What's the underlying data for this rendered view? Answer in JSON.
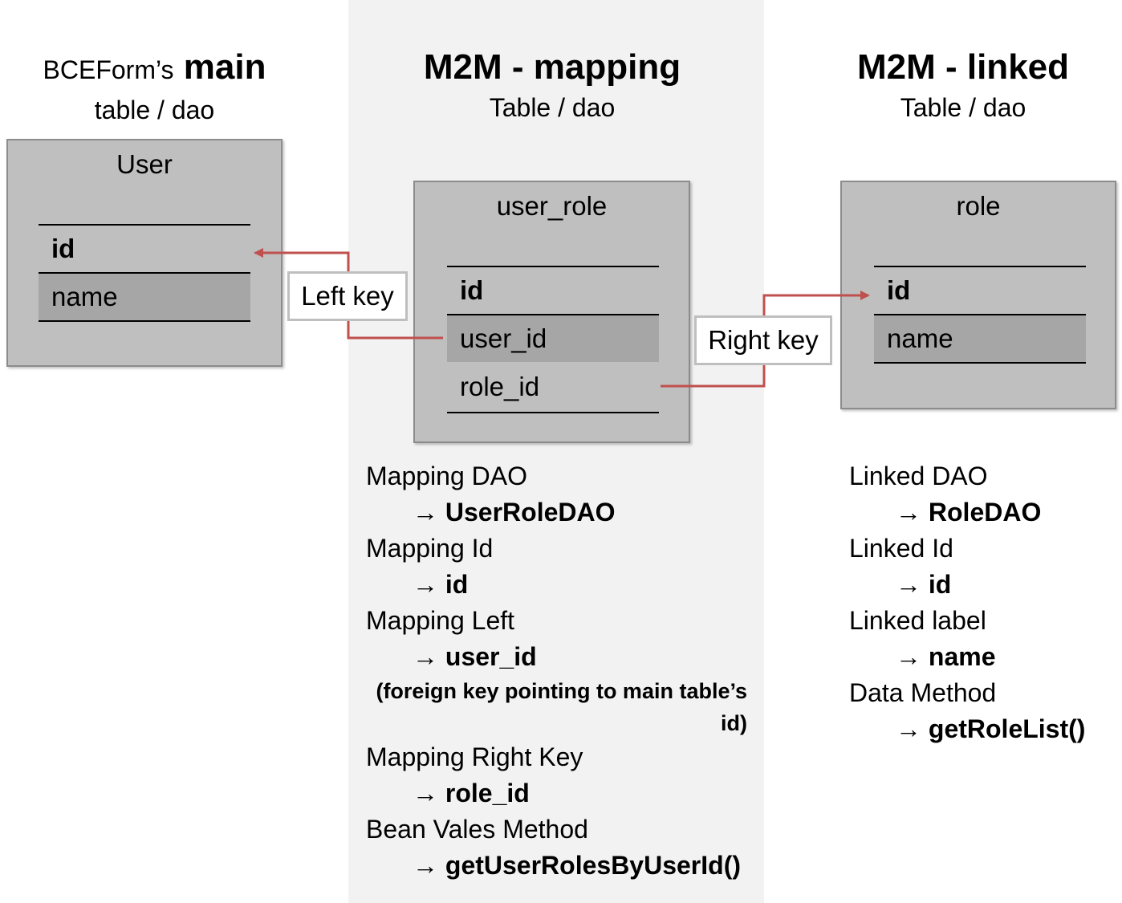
{
  "columns": {
    "main": {
      "prefix": "BCEForm’s",
      "emph": "main",
      "sub": "table / dao"
    },
    "mapping": {
      "title": "M2M - mapping",
      "sub": "Table / dao"
    },
    "linked": {
      "title": "M2M - linked",
      "sub": "Table / dao"
    }
  },
  "tables": {
    "user": {
      "name": "User",
      "fields": [
        "id",
        "name"
      ]
    },
    "user_role": {
      "name": "user_role",
      "fields": [
        "id",
        "user_id",
        "role_id"
      ]
    },
    "role": {
      "name": "role",
      "fields": [
        "id",
        "name"
      ]
    }
  },
  "connectors": {
    "left_key": "Left key",
    "right_key": "Right key"
  },
  "connector_color": "#c0504d",
  "arrow_glyph": "→",
  "mapping_config": [
    {
      "label": "Mapping DAO",
      "value": "UserRoleDAO"
    },
    {
      "label": "Mapping Id",
      "value": "id"
    },
    {
      "label": "Mapping Left",
      "value": "user_id",
      "note": "(foreign key pointing to main table’s id)"
    },
    {
      "label": "Mapping Right Key",
      "value": "role_id"
    },
    {
      "label": "Bean Vales Method",
      "value": "getUserRolesByUserId()"
    }
  ],
  "linked_config": [
    {
      "label": "Linked DAO",
      "value": "RoleDAO"
    },
    {
      "label": "Linked Id",
      "value": "id"
    },
    {
      "label": "Linked label",
      "value": "name"
    },
    {
      "label": "Data Method",
      "value": "getRoleList()"
    }
  ]
}
